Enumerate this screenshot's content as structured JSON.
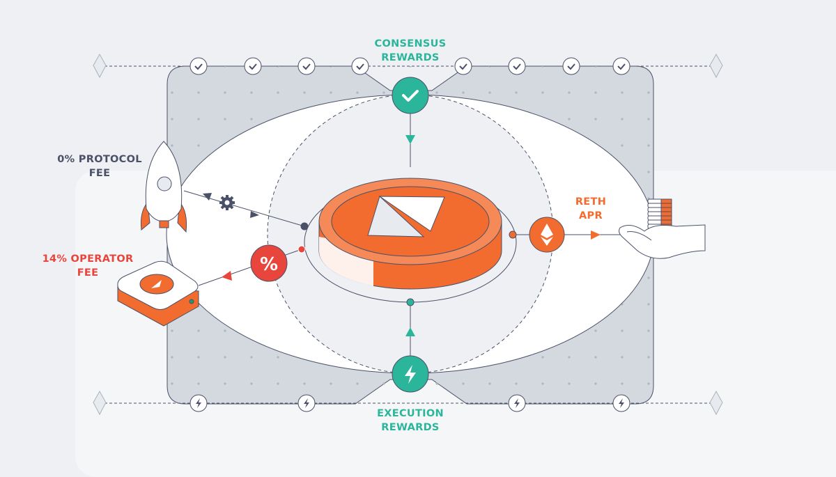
{
  "labels": {
    "consensus_line1": "CONSENSUS",
    "consensus_line2": "REWARDS",
    "execution_line1": "EXECUTION",
    "execution_line2": "REWARDS",
    "protocol_line1": "0% PROTOCOL",
    "protocol_line2": "FEE",
    "operator_line1": "14% OPERATOR",
    "operator_line2": "FEE",
    "reth_line1": "RETH",
    "reth_line2": "APR",
    "percent_symbol": "%"
  },
  "colors": {
    "teal": "#2bb59a",
    "orange": "#f26b2f",
    "red": "#e8453c",
    "navy": "#4a5068",
    "gray_panel": "#d3d9de"
  },
  "icons": [
    "ethereum-icon",
    "check-icon",
    "bolt-icon",
    "gear-icon",
    "rocket-icon",
    "node-box-icon",
    "hand-coins-icon",
    "percent-icon"
  ]
}
